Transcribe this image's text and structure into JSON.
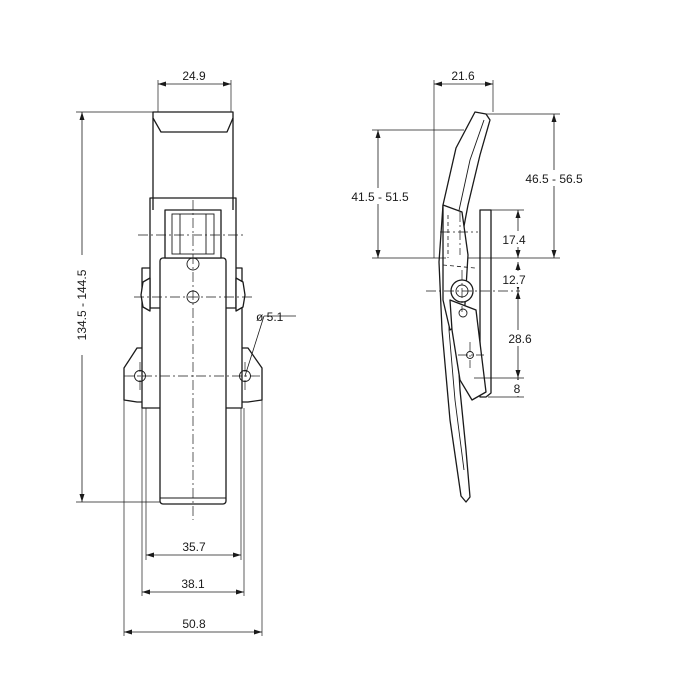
{
  "front_view": {
    "top_width": "24.9",
    "overall_height": "134.5 - 144.5",
    "hole_diameter": "ø 5.1",
    "width_inner": "35.7",
    "width_mid": "38.1",
    "width_base": "50.8"
  },
  "side_view": {
    "top_width": "21.6",
    "left_range": "41.5 - 51.5",
    "right_range": "46.5 - 56.5",
    "dim_upper": "17.4",
    "dim_pivot": "12.7",
    "dim_lower": "28.6",
    "dim_bottom": "8"
  }
}
